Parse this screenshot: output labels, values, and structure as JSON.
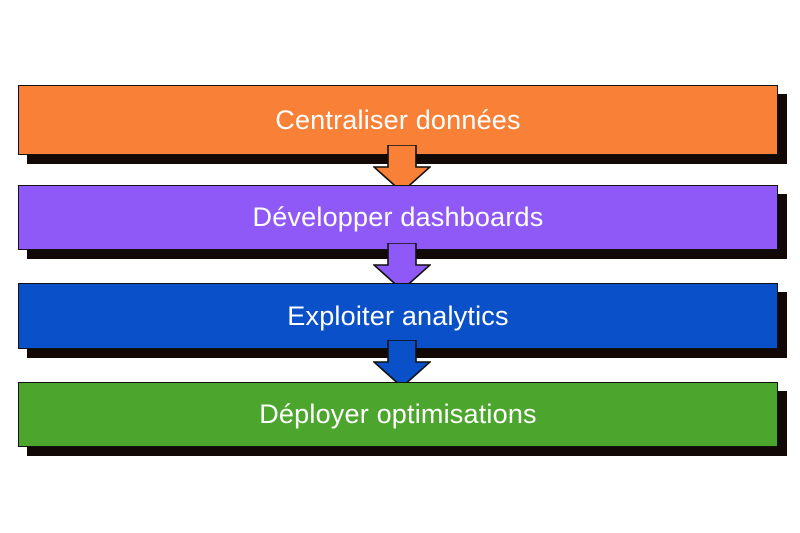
{
  "diagram": {
    "type": "vertical-process-flow",
    "orientation": "top-to-bottom",
    "background_color": "#ffffff",
    "stage_count": 4,
    "stages": [
      {
        "index": 1,
        "label": "Centraliser données",
        "fill_color": "#F98037",
        "text_color": "#ffffff",
        "border_color": "#111111",
        "shadow_color": "#120805"
      },
      {
        "index": 2,
        "label": "Développer dashboards",
        "fill_color": "#8F59F7",
        "text_color": "#ffffff",
        "border_color": "#111111",
        "shadow_color": "#120805"
      },
      {
        "index": 3,
        "label": "Exploiter analytics",
        "fill_color": "#0A50C8",
        "text_color": "#ffffff",
        "border_color": "#111111",
        "shadow_color": "#120805"
      },
      {
        "index": 4,
        "label": "Déployer optimisations",
        "fill_color": "#4CA52C",
        "text_color": "#ffffff",
        "border_color": "#111111",
        "shadow_color": "#120805"
      }
    ],
    "connectors": [
      {
        "index": 1,
        "from": "Centraliser données",
        "to": "Développer dashboards",
        "shape": "down-block-arrow",
        "fill_color": "#F98037"
      },
      {
        "index": 2,
        "from": "Développer dashboards",
        "to": "Exploiter analytics",
        "shape": "down-block-arrow",
        "fill_color": "#8F59F7"
      },
      {
        "index": 3,
        "from": "Exploiter analytics",
        "to": "Déployer optimisations",
        "shape": "down-block-arrow",
        "fill_color": "#0A50C8"
      }
    ]
  }
}
